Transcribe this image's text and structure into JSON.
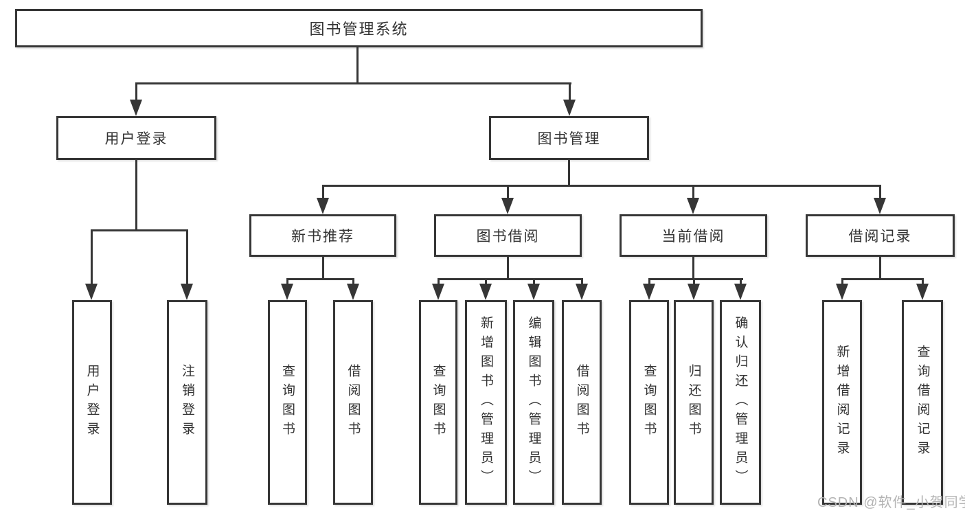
{
  "tree": {
    "root_label": "图书管理系统",
    "user_login": {
      "label": "用户登录",
      "children": [
        "用户登录",
        "注销登录"
      ]
    },
    "book_mgmt": {
      "label": "图书管理",
      "modules": {
        "recommend": {
          "label": "新书推荐",
          "children": [
            "查询图书",
            "借阅图书"
          ]
        },
        "borrow": {
          "label": "图书借阅",
          "children": [
            "查询图书",
            "新增图书（管理员）",
            "编辑图书（管理员）",
            "借阅图书"
          ]
        },
        "current": {
          "label": "当前借阅",
          "children": [
            "查询图书",
            "归还图书",
            "确认归还（管理员）"
          ]
        },
        "records": {
          "label": "借阅记录",
          "children": [
            "新增借阅记录",
            "查询借阅记录"
          ]
        }
      }
    }
  },
  "watermark": "CSDN @软件_小贺同学",
  "colors": {
    "line": "#363636",
    "text": "#333333",
    "box_fill": "#ffffff",
    "watermark": "#b3b3b3",
    "background": "#ffffff"
  }
}
